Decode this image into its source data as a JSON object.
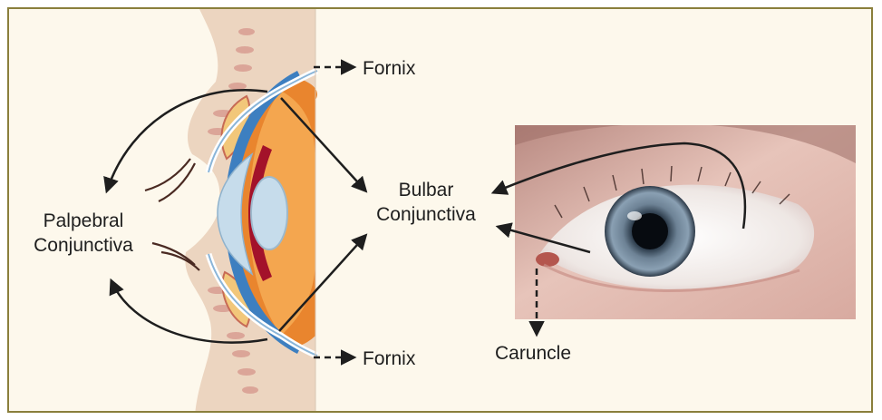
{
  "labels": {
    "fornix_top": "Fornix",
    "fornix_bottom": "Fornix",
    "bulbar_line1": "Bulbar",
    "bulbar_line2": "Conjunctiva",
    "palpebral_line1": "Palpebral",
    "palpebral_line2": "Conjunctiva",
    "caruncle": "Caruncle"
  },
  "colors": {
    "background": "#fdf8ec",
    "border": "#8a7f3c",
    "arrow": "#1e1e1e",
    "lens": "#c6dceb",
    "iris": "#a3122a",
    "eyeball": "#e9852e"
  }
}
